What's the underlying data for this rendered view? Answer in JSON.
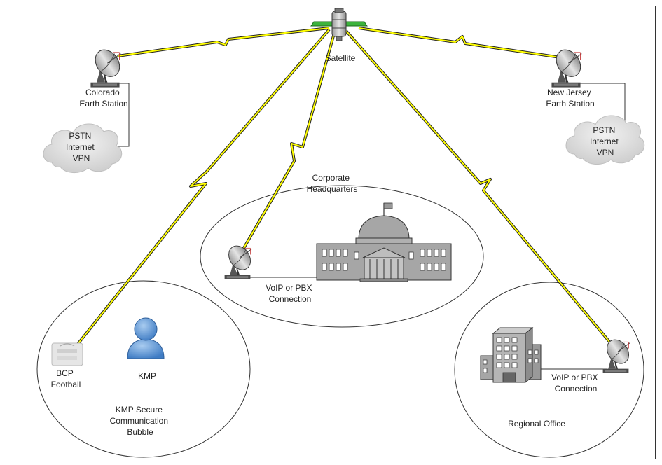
{
  "nodes": {
    "satellite": "Satellite",
    "colorado": [
      "Colorado",
      "Earth Station"
    ],
    "new_jersey": [
      "New Jersey",
      "Earth Station"
    ],
    "cloud_left": [
      "PSTN",
      "Internet",
      "VPN"
    ],
    "cloud_right": [
      "PSTN",
      "Internet",
      "VPN"
    ],
    "hq_title": [
      "Corporate",
      "Headquarters"
    ],
    "hq_link": [
      "VoIP or PBX",
      "Connection"
    ],
    "bcp": [
      "BCP",
      "Football"
    ],
    "kmp": "KMP",
    "kmp_bubble": [
      "KMP Secure",
      "Communication",
      "Bubble"
    ],
    "regional_link": [
      "VoIP or PBX",
      "Connection"
    ],
    "regional_office": "Regional Office"
  },
  "icons": {
    "satellite": "satellite-icon",
    "dish": "satellite-dish-icon",
    "cloud": "cloud-icon",
    "capitol": "capitol-building-icon",
    "office": "office-building-icon",
    "user": "user-icon",
    "device": "router-device-icon"
  },
  "colors": {
    "lightning": "#ffff00",
    "panel": "#3cb33c",
    "user": "#6a9fd8",
    "building": "#a6a6a6"
  }
}
